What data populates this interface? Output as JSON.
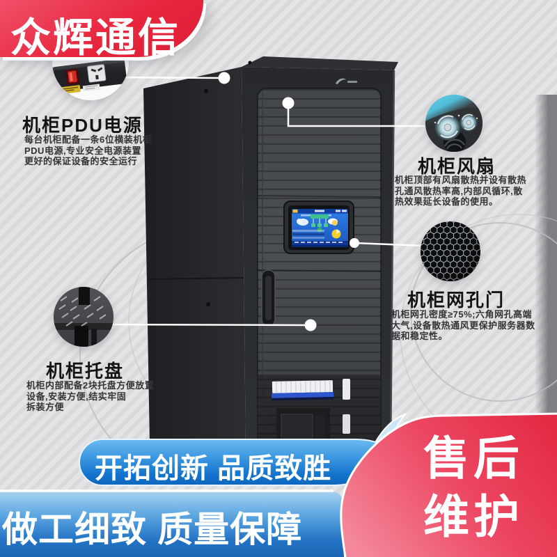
{
  "brand": {
    "name": "众辉通信"
  },
  "features": [
    {
      "id": "pdu",
      "title": "机柜PDU电源",
      "lines": [
        "每台机柜配备一条6位横装机柜",
        "PDU电源,专业安全电源装置",
        "更好的保证设备的安全运行"
      ]
    },
    {
      "id": "fan",
      "title": "机柜风扇",
      "lines": [
        "机柜顶部有风扇散热并设有散热",
        "孔通风散热率高,内部风循环,散",
        "热效果延长设备的使用。"
      ]
    },
    {
      "id": "mesh",
      "title": "机柜网孔门",
      "lines": [
        "机柜网孔密度≥75%;六角网孔高端",
        "大气,设备散热通风更保护服务器数",
        "据和稳定性。"
      ]
    },
    {
      "id": "tray",
      "title": "机柜托盘",
      "lines": [
        "机柜内部配备2块托盘方便放置",
        "设备,安装方便,结实牢固",
        "拆装方便"
      ]
    }
  ],
  "banners": {
    "slogan_top": "开拓创新 品质致胜",
    "slogan_bottom": "做工细致 质量保障",
    "service": {
      "line1": "售后",
      "line2": "维护"
    }
  },
  "colors": {
    "brand_red": "#e7263e",
    "slogan_blue": "#2585d8",
    "band_blue": "#2272c4",
    "service_red": "#ee4560",
    "background_gray": "#dedee1",
    "cabinet_black": "#26282c"
  }
}
